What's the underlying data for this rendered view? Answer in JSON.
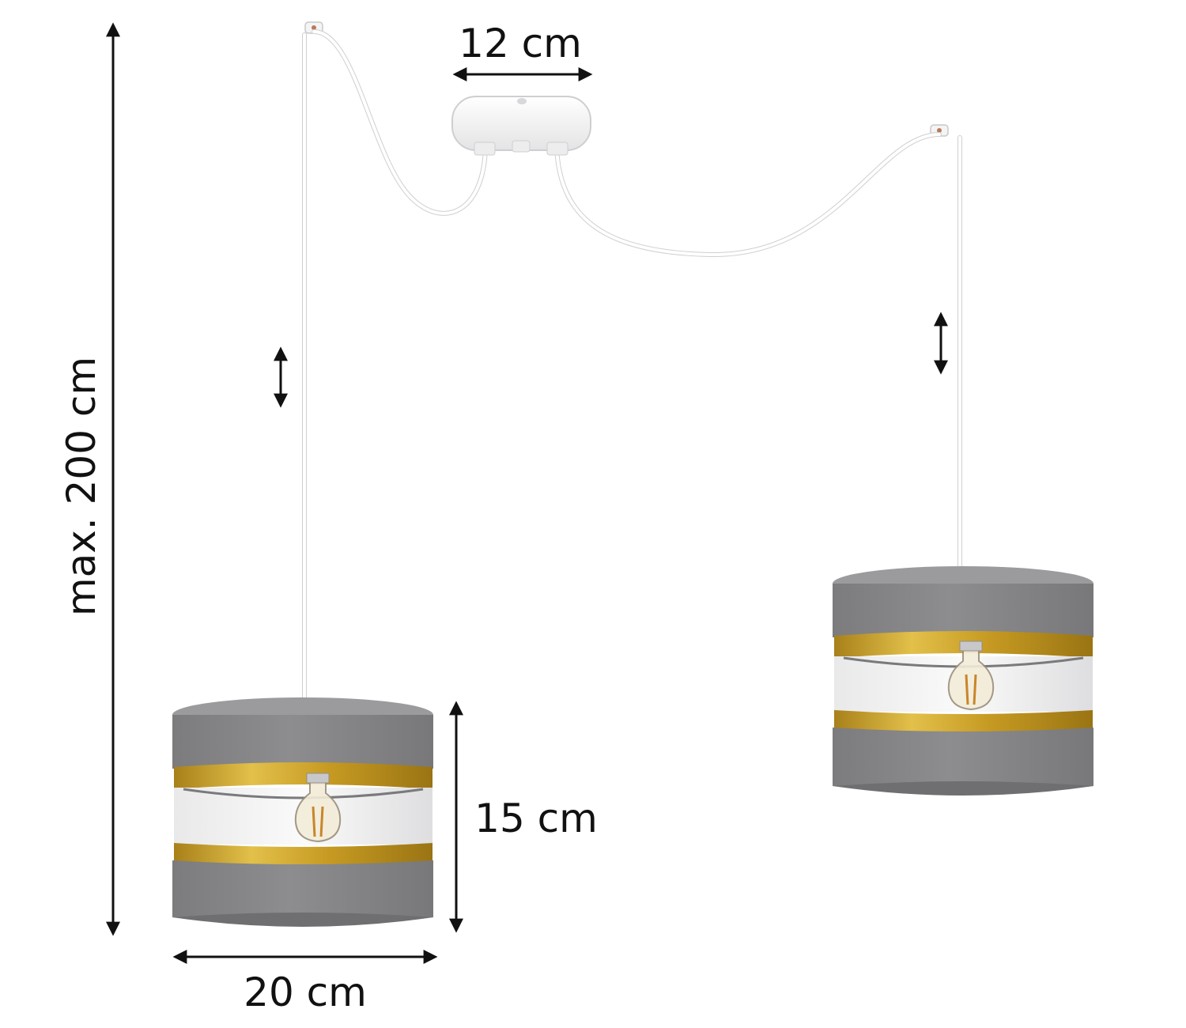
{
  "dimensions": {
    "canopy_width": "12 cm",
    "max_height": "max. 200 cm",
    "shade_height": "15 cm",
    "shade_diameter": "20 cm"
  },
  "colors": {
    "shade": "#8a8a8c",
    "gold": "#c9a12a",
    "cable": "#ffffff",
    "ink": "#111111"
  },
  "icons": {
    "adjust_arrow": "double-arrow-vertical"
  }
}
